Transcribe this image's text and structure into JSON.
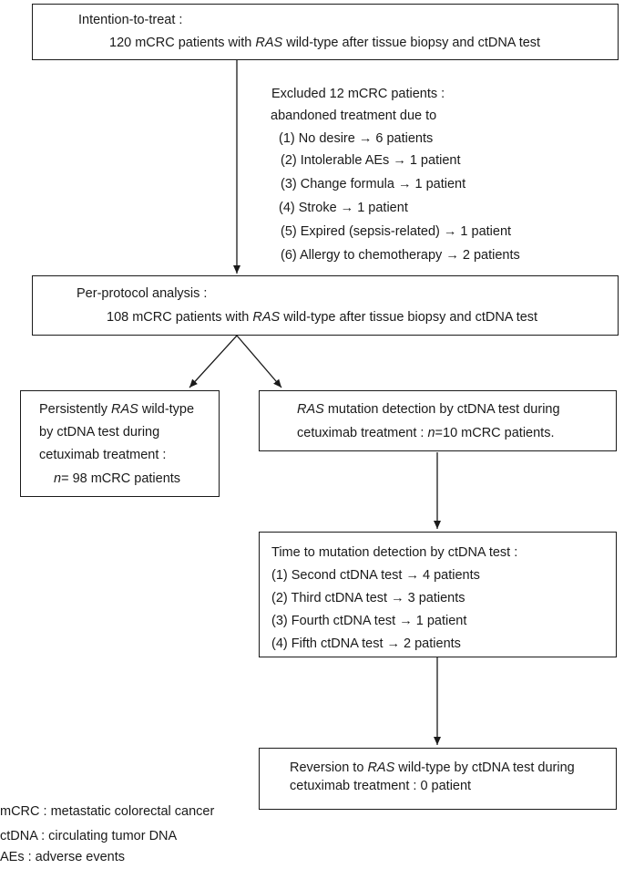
{
  "box1": {
    "heading": "Intention-to-treat :",
    "line_pre": "120 mCRC patients with ",
    "gene": "RAS",
    "line_post": " wild-type after tissue biopsy and ctDNA test"
  },
  "excluded": {
    "heading": "Excluded 12 mCRC patients :",
    "subheading": "abandoned treatment due to",
    "items": [
      "(1) No desire → 6 patients",
      "(2) Intolerable AEs → 1 patient",
      "(3) Change formula → 1 patient",
      "(4) Stroke → 1 patient",
      "(5) Expired (sepsis-related) → 1 patient",
      "(6) Allergy to chemotherapy → 2 patients"
    ]
  },
  "box2": {
    "heading": "Per-protocol analysis :",
    "line_pre": "108 mCRC patients with ",
    "gene": "RAS",
    "line_post": " wild-type after tissue biopsy and ctDNA test"
  },
  "box3": {
    "l1_pre": "Persistently ",
    "gene": "RAS",
    "l1_post": " wild-type",
    "l2": "by ctDNA test during",
    "l3": "cetuximab treatment :",
    "n_var": "n",
    "n_rest": "= 98 mCRC patients"
  },
  "box4": {
    "gene": "RAS",
    "l1_post": " mutation detection by ctDNA test during",
    "l2_pre": "cetuximab treatment : ",
    "n_var": "n",
    "l2_post": "=10 mCRC patients."
  },
  "box5": {
    "heading": "Time to mutation detection by ctDNA test :",
    "items": [
      "(1) Second ctDNA test → 4 patients",
      "(2) Third ctDNA test → 3 patients",
      "(3) Fourth ctDNA test → 1 patient",
      "(4) Fifth ctDNA test → 2 patients"
    ]
  },
  "box6": {
    "l1_pre": "Reversion to ",
    "gene": "RAS",
    "l1_post": " wild-type by ctDNA test during",
    "l2": "cetuximab treatment : 0 patient"
  },
  "legend": [
    "mCRC : metastatic colorectal cancer",
    "ctDNA : circulating tumor DNA",
    "AEs : adverse events"
  ]
}
